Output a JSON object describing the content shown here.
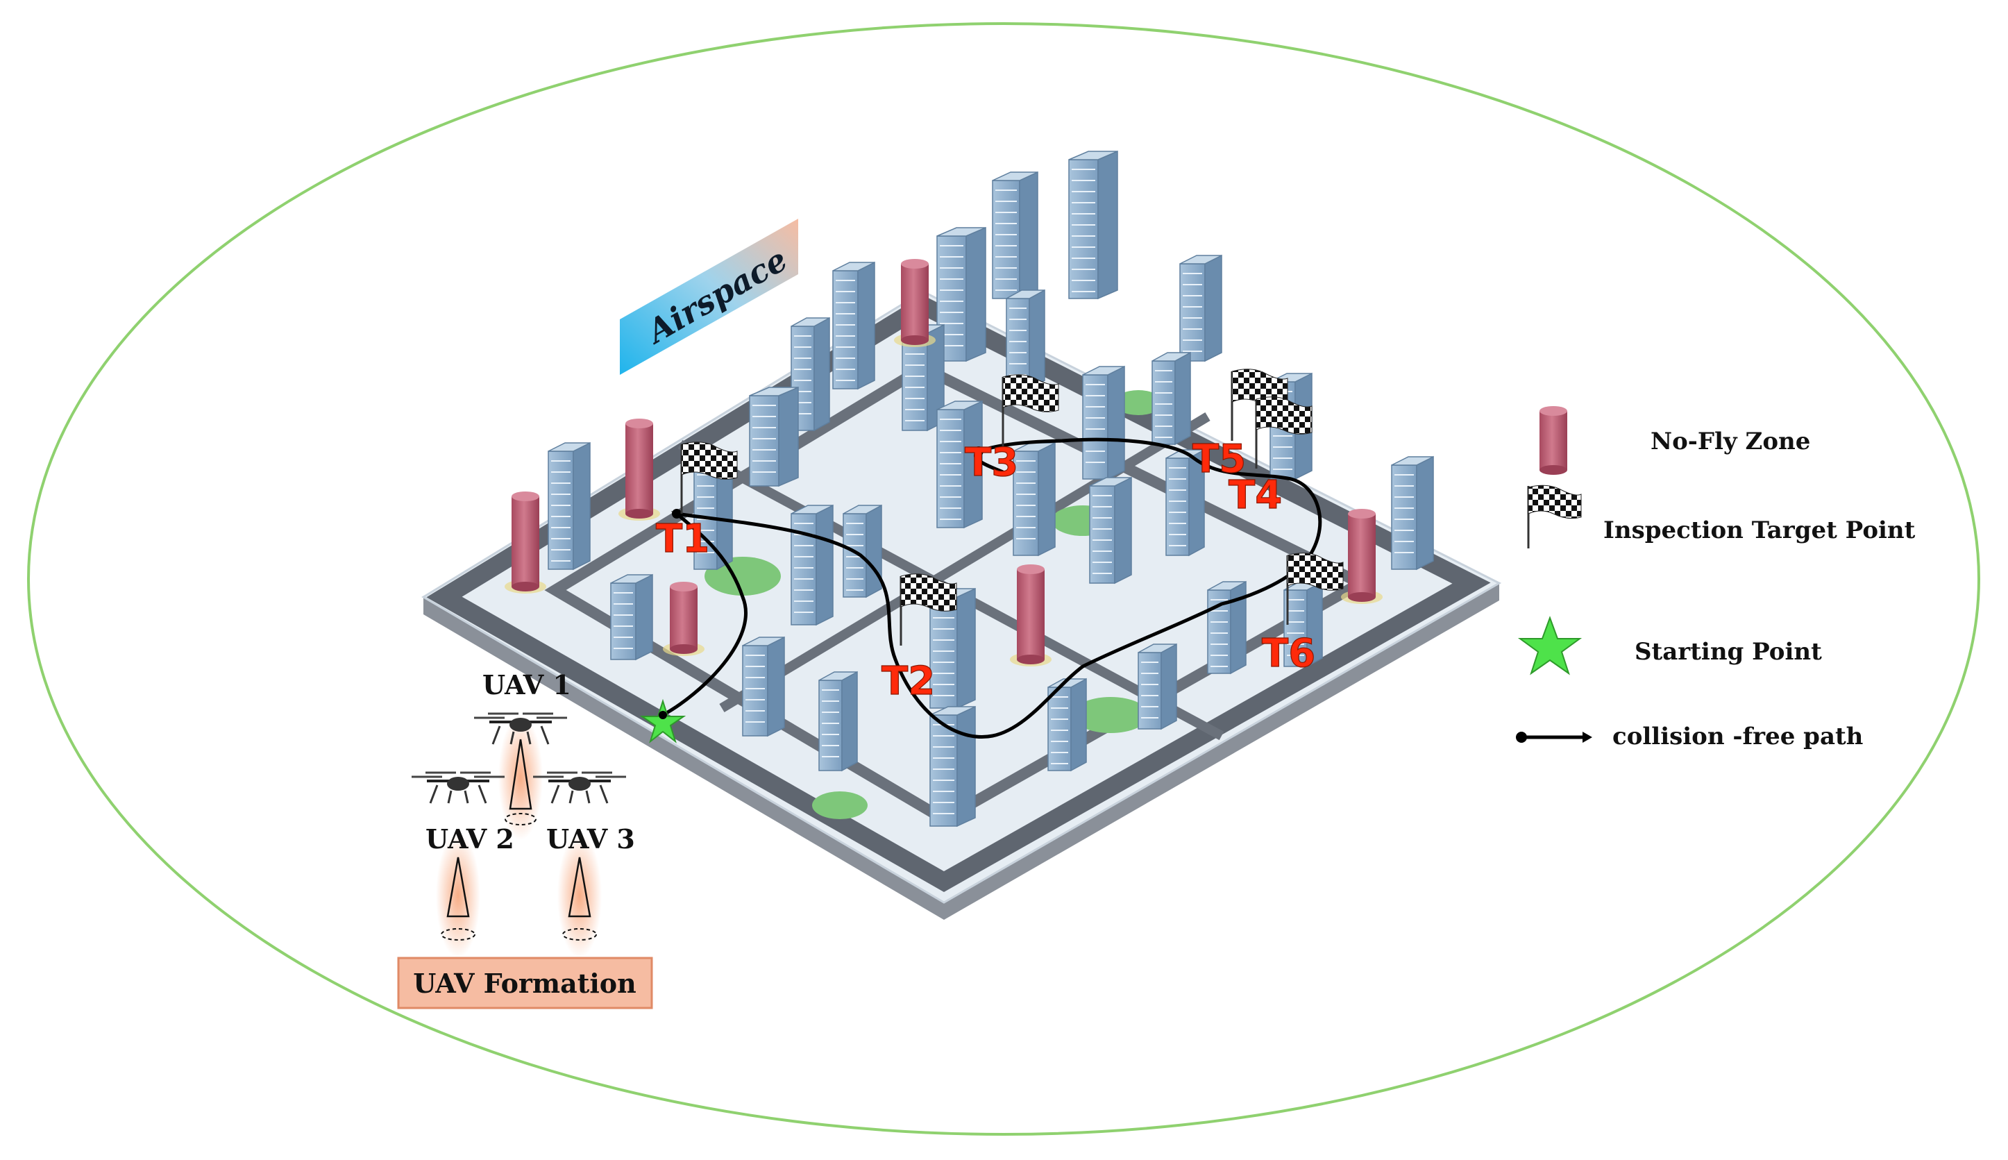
{
  "airspace_label": "Airspace",
  "uavs": [
    {
      "label": "UAV 1"
    },
    {
      "label": "UAV 2"
    },
    {
      "label": "UAV 3"
    }
  ],
  "formation_label": "UAV Formation",
  "targets": [
    "T1",
    "T2",
    "T3",
    "T4",
    "T5",
    "T6"
  ],
  "legend": {
    "no_fly_zone": "No-Fly Zone",
    "inspection_target": "Inspection Target Point",
    "starting_point": "Starting Point",
    "path": "collision -free path"
  },
  "colors": {
    "ellipse_border": "#8fd16f",
    "no_fly_zone": "#c4657a",
    "target_label": "#ff2a0a",
    "start_star": "#4ee24a",
    "path": "#000000",
    "formation_box": "#f6bca2",
    "airspace_gradient_start": "#1fb4ec",
    "airspace_gradient_end": "#f6bca2",
    "building": "#8fb4d4",
    "ground": "#e6edf3",
    "road": "#5f6670"
  }
}
